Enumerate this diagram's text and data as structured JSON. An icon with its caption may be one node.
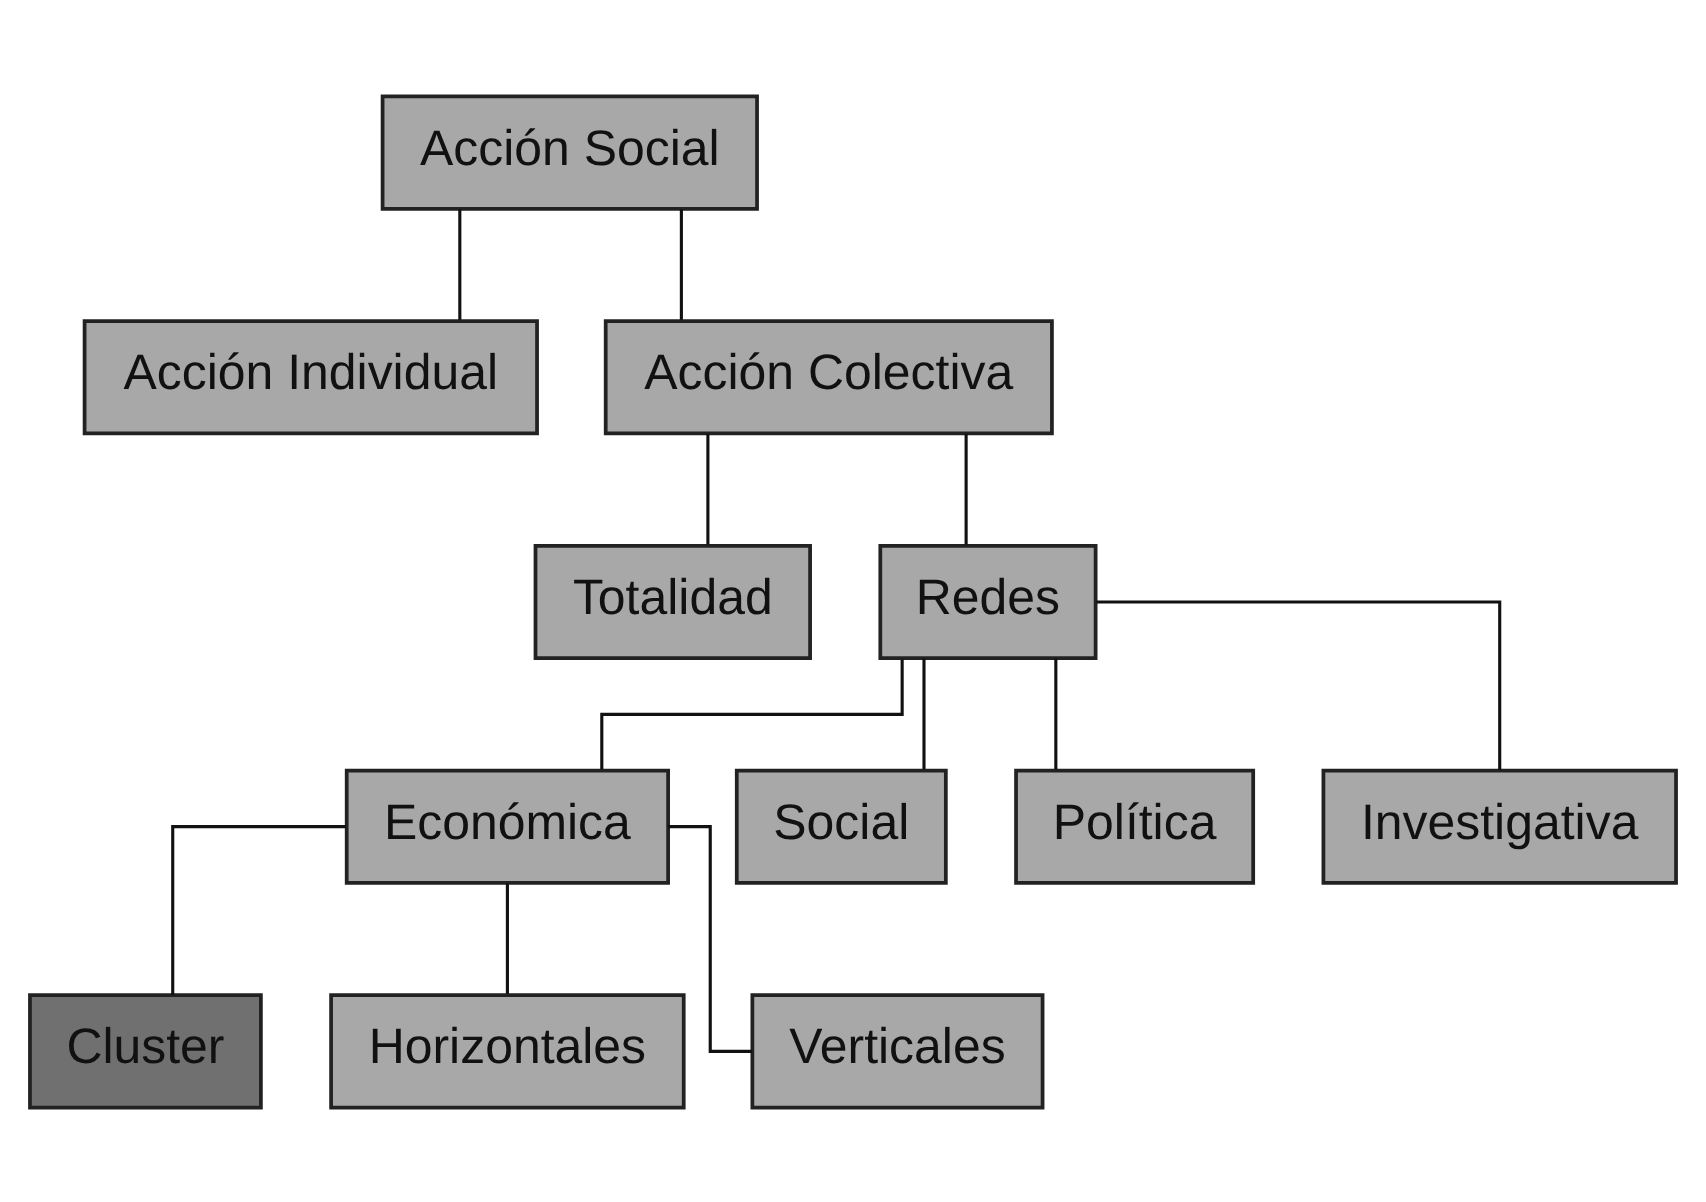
{
  "diagram": {
    "nodes": [
      {
        "text": [
          "Acción Social"
        ]
      },
      {
        "text": [
          "Acción Individual"
        ]
      },
      {
        "text": [
          "Acción Colectiva"
        ]
      },
      {
        "text": [
          "Totalidad"
        ]
      },
      {
        "text": [
          "Redes"
        ]
      },
      {
        "text": [
          "Económica"
        ]
      },
      {
        "text": [
          "Social"
        ]
      },
      {
        "text": [
          "Política"
        ]
      },
      {
        "text": [
          "Investigativa"
        ]
      },
      {
        "text": [
          "Cluster"
        ]
      },
      {
        "text": [
          "Horizontales"
        ]
      },
      {
        "text": [
          "Verticales"
        ]
      }
    ],
    "edges": [
      {
        "from": 0,
        "to": 1,
        "arrow": "none"
      },
      {
        "from": 0,
        "to": 2,
        "arrow": "none"
      },
      {
        "from": 2,
        "to": 3,
        "arrow": "none"
      },
      {
        "from": 2,
        "to": 4,
        "arrow": "none"
      },
      {
        "from": 4,
        "to": 5,
        "arrow": "none"
      },
      {
        "from": 4,
        "to": 6,
        "arrow": "none"
      },
      {
        "from": 4,
        "to": 7,
        "arrow": "none"
      },
      {
        "from": 4,
        "to": 8,
        "arrow": "none"
      },
      {
        "from": 5,
        "to": 9,
        "arrow": "none"
      },
      {
        "from": 5,
        "to": 10,
        "arrow": "none"
      },
      {
        "from": 5,
        "to": 11,
        "arrow": "none"
      }
    ]
  }
}
